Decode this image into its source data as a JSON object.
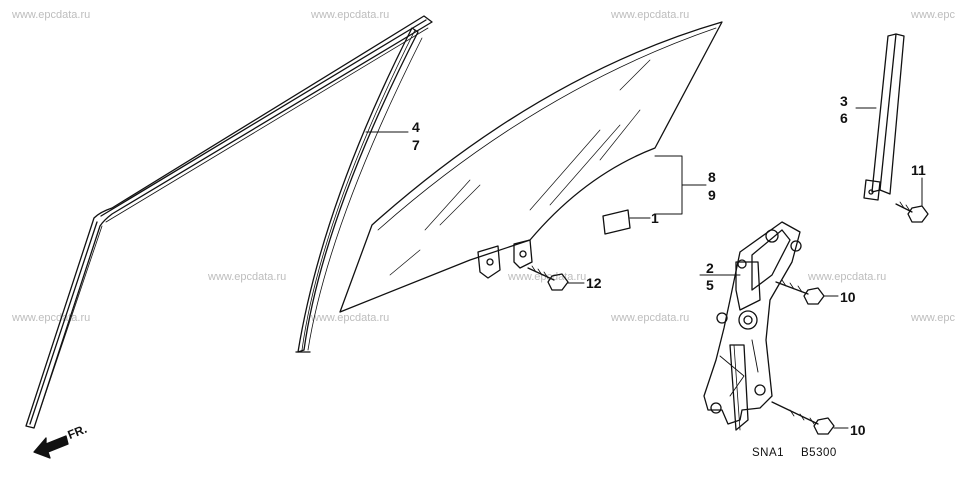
{
  "watermark": "www.epcdata.ru",
  "watermark_edge": "www.epc",
  "callouts": {
    "c1": "1",
    "c2": "2",
    "c3": "3",
    "c4": "4",
    "c5": "5",
    "c6": "6",
    "c7": "7",
    "c8": "8",
    "c9": "9",
    "c10a": "10",
    "c10b": "10",
    "c11": "11",
    "c12": "12"
  },
  "direction_label": "FR.",
  "diagram_code": "SNA1",
  "diagram_ref": "B5300"
}
